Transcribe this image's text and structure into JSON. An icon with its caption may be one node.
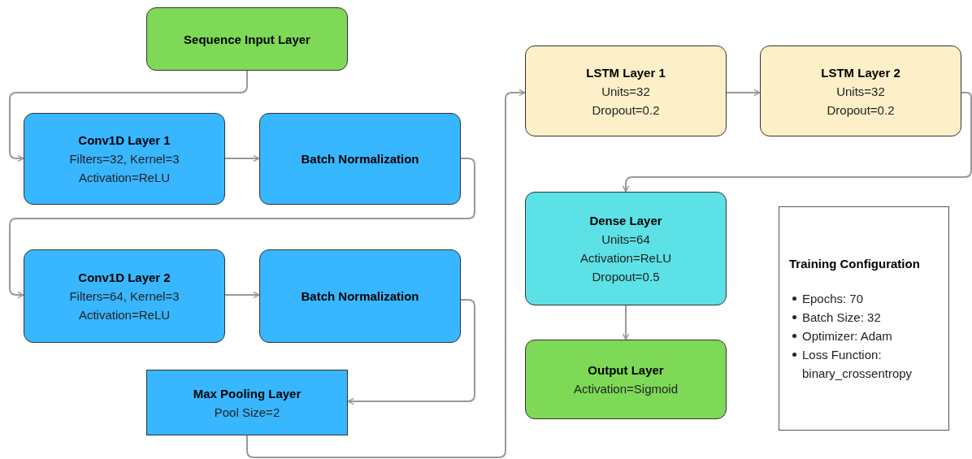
{
  "diagram": {
    "nodes": [
      {
        "text": [
          "Sequence Input Layer"
        ]
      },
      {
        "text": [
          "Conv1D Layer 1",
          "Filters=32, Kernel=3",
          "Activation=ReLU"
        ]
      },
      {
        "text": [
          "Batch Normalization"
        ]
      },
      {
        "text": [
          "Conv1D Layer 2",
          "Filters=64, Kernel=3",
          "Activation=ReLU"
        ]
      },
      {
        "text": [
          "Batch Normalization"
        ]
      },
      {
        "text": [
          "Max Pooling Layer",
          "Pool Size=2"
        ]
      },
      {
        "text": [
          "LSTM Layer 1",
          "Units=32",
          "Dropout=0.2"
        ]
      },
      {
        "text": [
          "LSTM Layer 2",
          "Units=32",
          "Dropout=0.2"
        ]
      },
      {
        "text": [
          "Dense Layer",
          "Units=64",
          "Activation=ReLU",
          "Dropout=0.5"
        ]
      },
      {
        "text": [
          "Output Layer",
          "Activation=Sigmoid"
        ]
      },
      {
        "text": [
          "Training Configuration",
          "Epochs: 70",
          "Batch Size: 32",
          "Optimizer: Adam",
          "Loss Function: binary_crossentropy"
        ]
      }
    ],
    "edges": [
      {
        "from": 0,
        "to": 1,
        "arrow": "to"
      },
      {
        "from": 1,
        "to": 2,
        "arrow": "to"
      },
      {
        "from": 2,
        "to": 3,
        "arrow": "to"
      },
      {
        "from": 3,
        "to": 4,
        "arrow": "to"
      },
      {
        "from": 4,
        "to": 5,
        "arrow": "to"
      },
      {
        "from": 5,
        "to": 6,
        "arrow": "to"
      },
      {
        "from": 6,
        "to": 7,
        "arrow": "to"
      },
      {
        "from": 7,
        "to": 8,
        "arrow": "to"
      },
      {
        "from": 8,
        "to": 9,
        "arrow": "to"
      }
    ]
  }
}
